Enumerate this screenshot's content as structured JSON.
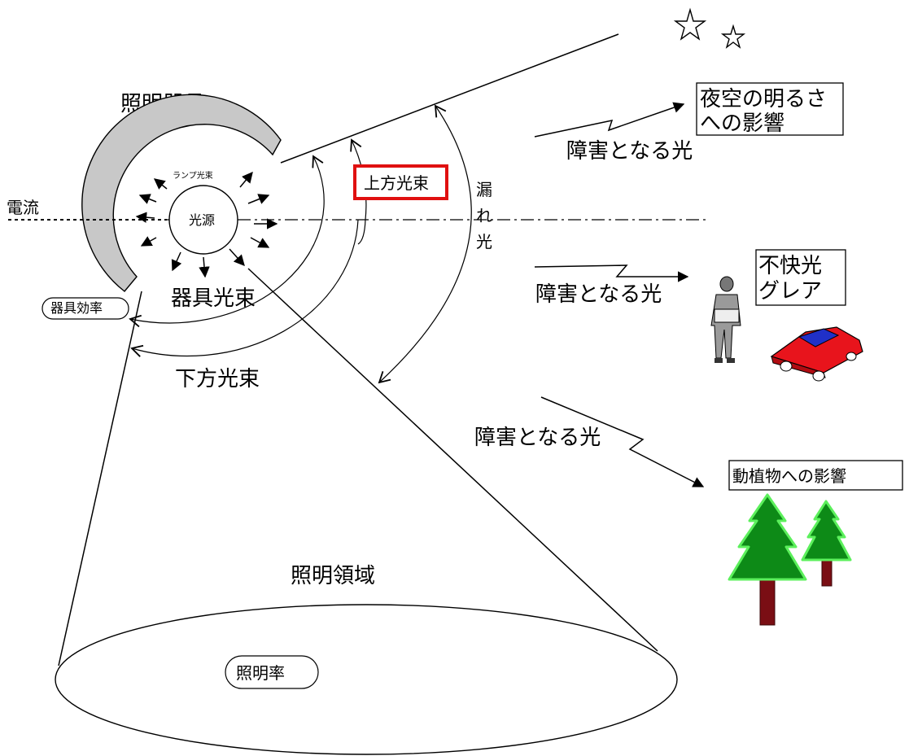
{
  "labels": {
    "fixture": "照明器具",
    "lamp_flux": "ランプ光束",
    "light_source": "光源",
    "current": "電流",
    "fixture_flux": "器具光束",
    "fixture_efficiency": "器具効率",
    "downward_flux": "下方光束",
    "upward_flux": "上方光束",
    "leak_light": [
      "漏",
      "れ",
      "光"
    ],
    "obstructive_light_1": "障害となる光",
    "obstructive_light_2": "障害となる光",
    "obstructive_light_3": "障害となる光",
    "night_sky_effect": [
      "夜空の明るさ",
      "への影響"
    ],
    "discomfort": [
      "不快光",
      "グレア"
    ],
    "wildlife_effect": "動植物への影響",
    "lighting_area": "照明領域",
    "illumination_rate": "照明率"
  },
  "colors": {
    "highlight_box": "#e01010",
    "car_body": "#e8141c",
    "car_window": "#2030c8",
    "tree_foliage": "#0d8a17",
    "tree_glow": "#5cf05c",
    "tree_trunk": "#7a0e14",
    "fixture_shade": "#c8c8c8"
  },
  "icons": [
    "star-icon",
    "person-icon",
    "car-icon",
    "tree-icon"
  ]
}
